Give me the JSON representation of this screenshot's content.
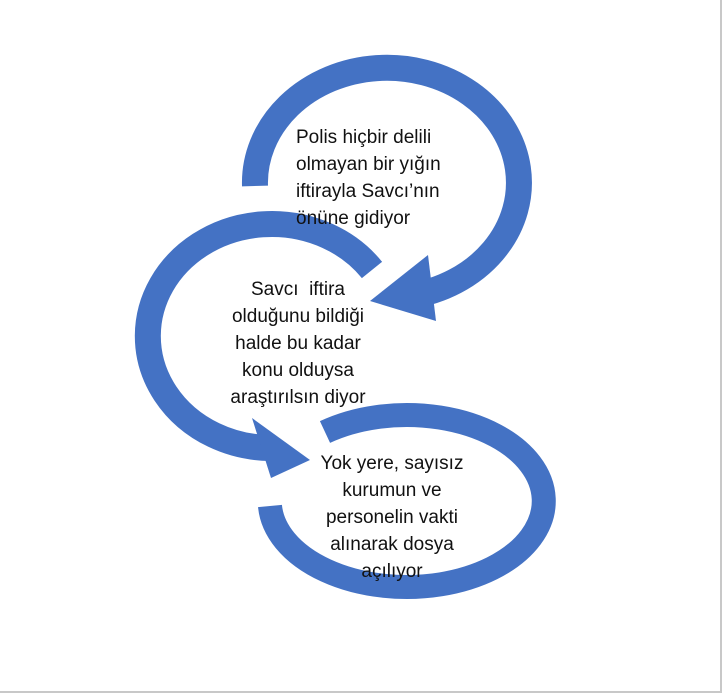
{
  "diagram": {
    "accent_color": "#4472c4",
    "steps": [
      {
        "lines": [
          "Polis hiçbir delili",
          "olmayan bir yığın",
          "iftirayla Savcı’nın",
          "önüne gidiyor"
        ]
      },
      {
        "lines": [
          "Savcı  iftira",
          "olduğunu bildiği",
          "halde bu kadar",
          "konu olduysa",
          "araştırılsın diyor"
        ]
      },
      {
        "lines": [
          "Yok yere, sayısız",
          "kurumun ve",
          "personelin vakti",
          "alınarak dosya",
          "açılıyor"
        ]
      }
    ]
  }
}
